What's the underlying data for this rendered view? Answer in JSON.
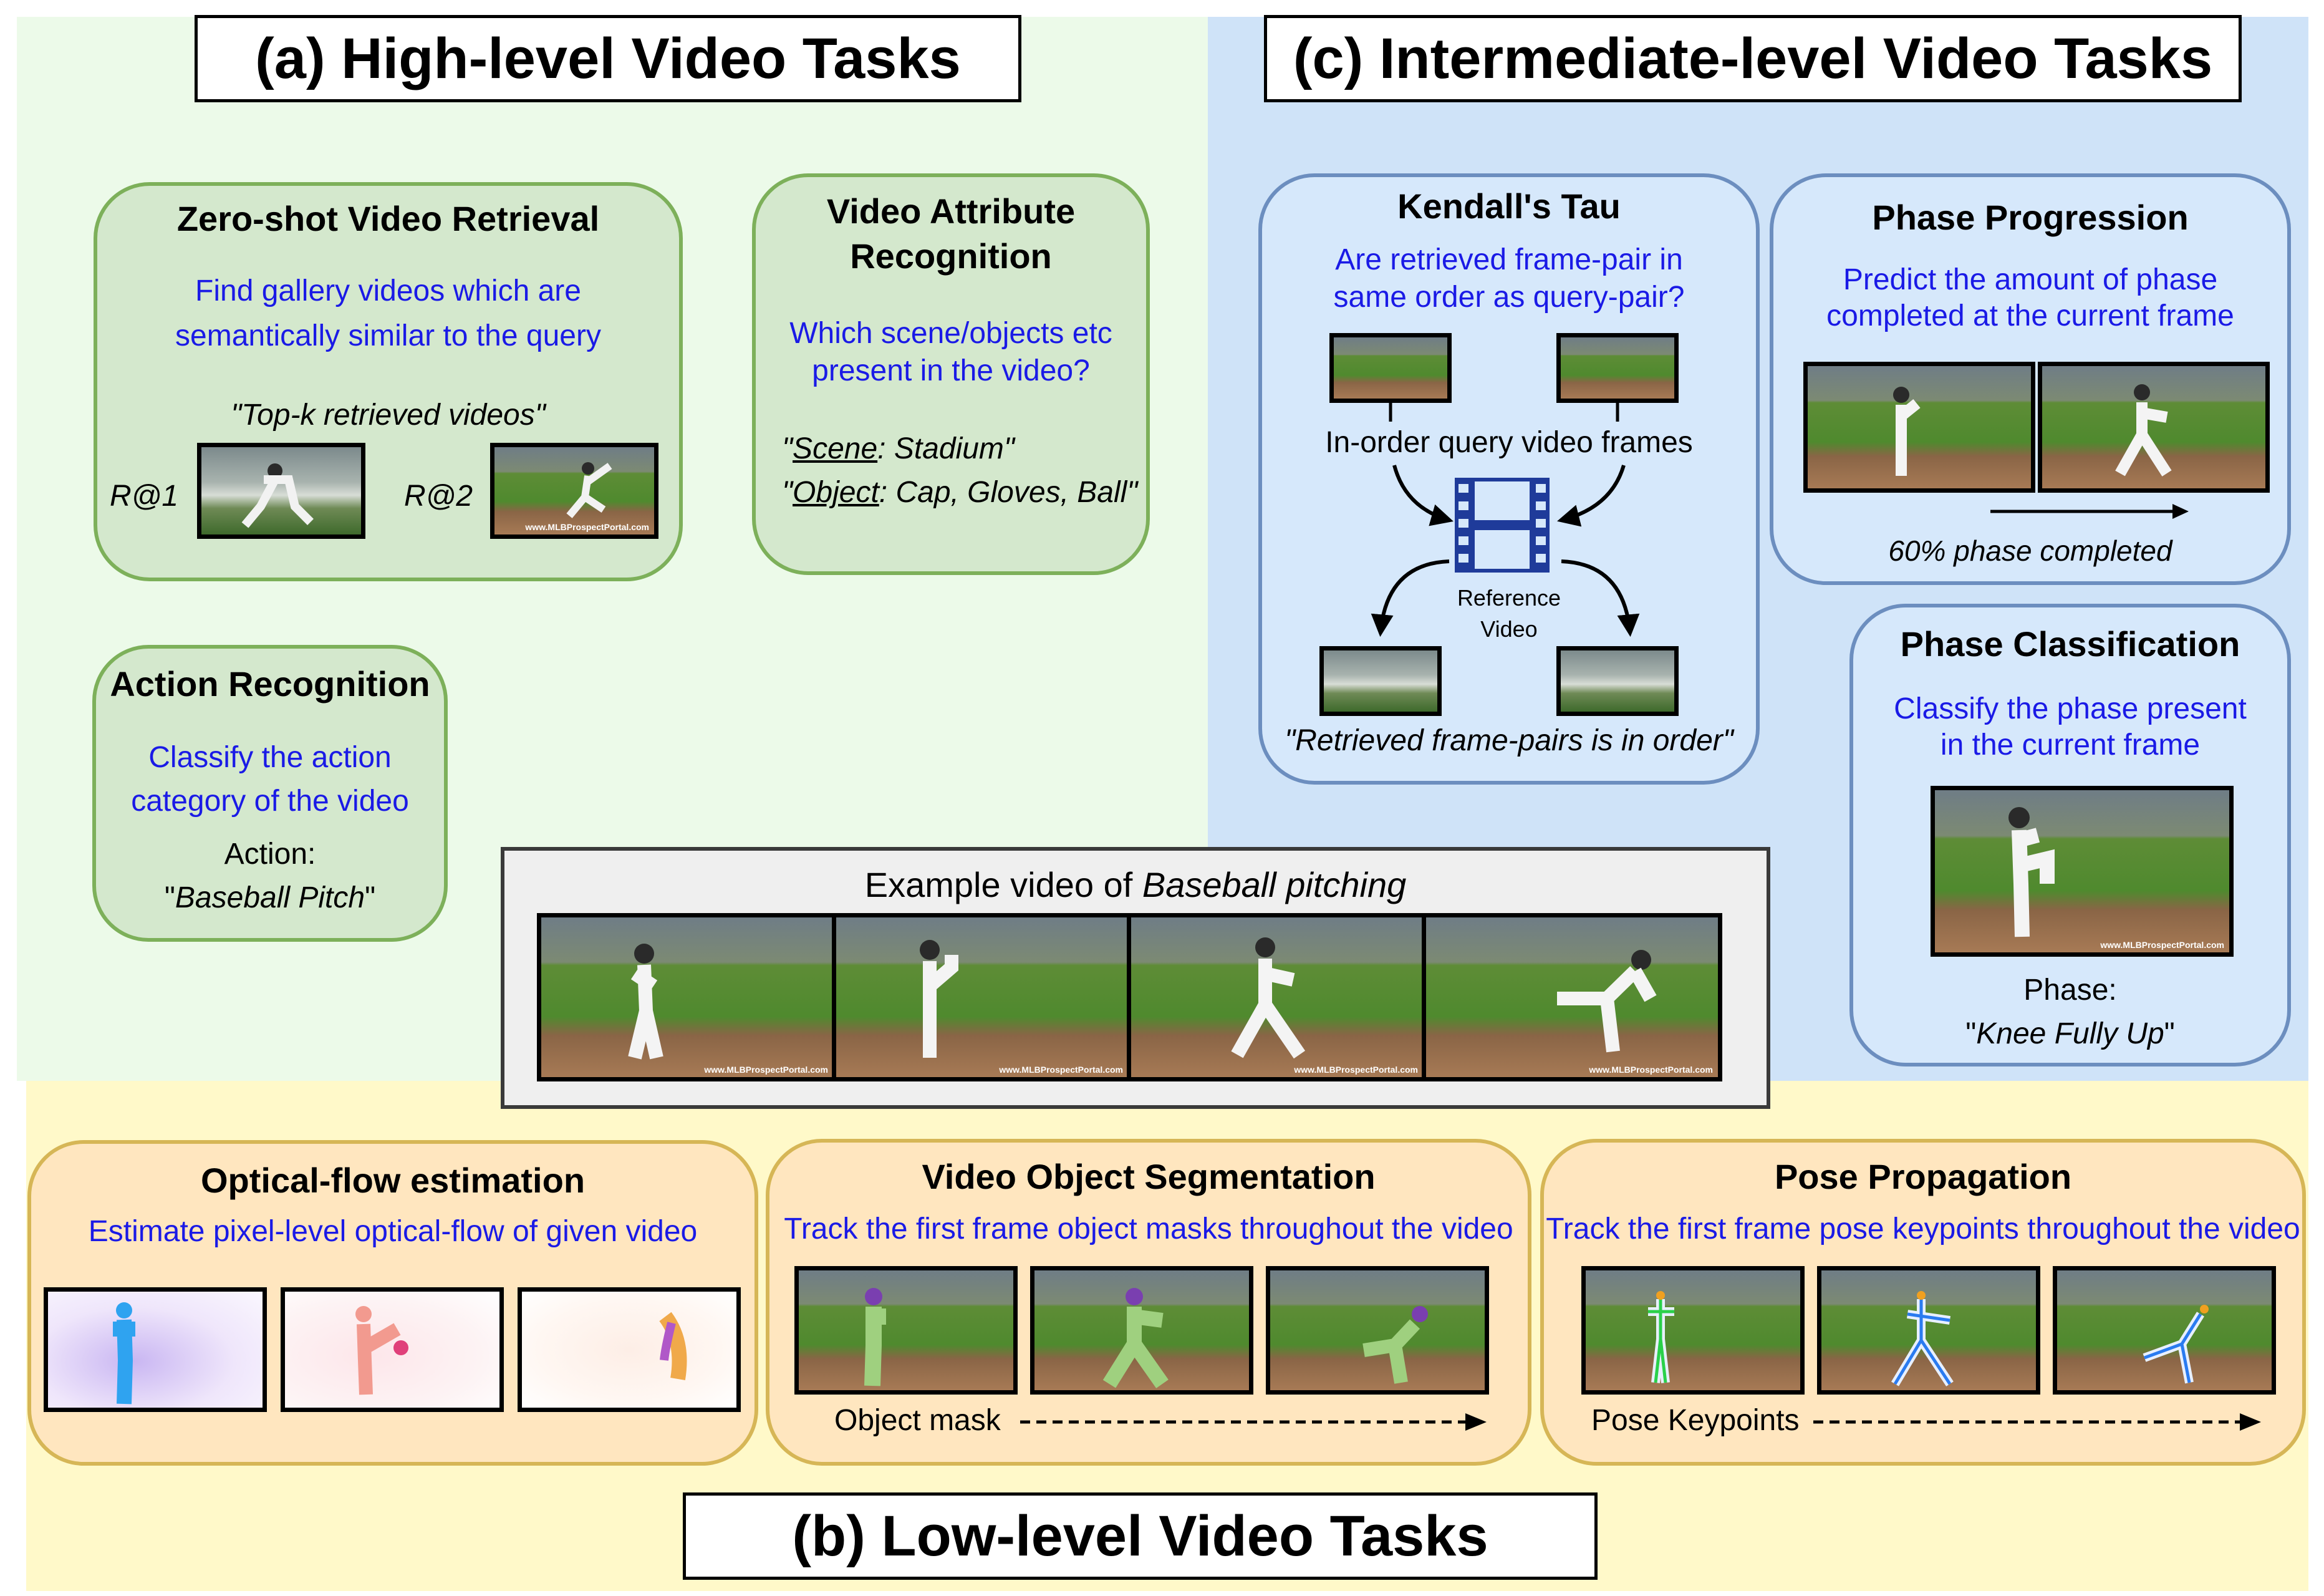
{
  "panels": {
    "a_title": "(a) High-level Video Tasks",
    "b_title": "(b) Low-level Video Tasks",
    "c_title": "(c) Intermediate-level Video Tasks"
  },
  "colors": {
    "high_level_bg": "#ecfae9",
    "intermediate_bg": "#cfe3f8",
    "low_level_bg": "#fff9c9",
    "question_text": "#1a1ae6"
  },
  "retrieval": {
    "title": "Zero-shot Video Retrieval",
    "question_line1": "Find gallery videos which are",
    "question_line2": "semantically similar to the query",
    "caption": "\"Top-k retrieved videos\"",
    "rank1": "R@1",
    "rank2": "R@2"
  },
  "attribute": {
    "title_line1": "Video Attribute",
    "title_line2": "Recognition",
    "question_line1": "Which scene/objects etc",
    "question_line2": "present in the video?",
    "scene_key": "Scene",
    "scene_value": ": Stadium\"",
    "object_key": "Object",
    "object_value": ": Cap, Gloves, Ball\""
  },
  "action": {
    "title": "Action Recognition",
    "question_line1": "Classify the action",
    "question_line2": "category of the video",
    "label": "Action:",
    "value_open": "\"",
    "value": "Baseball Pitch",
    "value_close": "\""
  },
  "example": {
    "caption_prefix": "Example video of ",
    "caption_italic": "Baseball pitching",
    "watermark": "www.MLBProspectPortal.com"
  },
  "kendall": {
    "title": "Kendall's Tau",
    "question_line1": "Are retrieved frame-pair in",
    "question_line2": "same order as query-pair?",
    "query_caption": "In-order query video frames",
    "reference_line1": "Reference",
    "reference_line2": "Video",
    "result": "\"Retrieved frame-pairs is in order\""
  },
  "phase_progression": {
    "title": "Phase Progression",
    "question_line1": "Predict the amount of phase",
    "question_line2": "completed at the current frame",
    "caption": "60% phase completed"
  },
  "phase_classification": {
    "title": "Phase Classification",
    "question_line1": "Classify the phase present",
    "question_line2": "in the current frame",
    "label": "Phase:",
    "value_open": "\"",
    "value": "Knee Fully Up",
    "value_close": "\""
  },
  "optical_flow": {
    "title": "Optical-flow estimation",
    "question": "Estimate pixel-level optical-flow of given video"
  },
  "segmentation": {
    "title": "Video Object Segmentation",
    "question": "Track the first frame object masks throughout the video",
    "caption": "Object mask"
  },
  "pose": {
    "title": "Pose Propagation",
    "question": "Track the first frame pose keypoints throughout the video",
    "caption": "Pose Keypoints"
  }
}
